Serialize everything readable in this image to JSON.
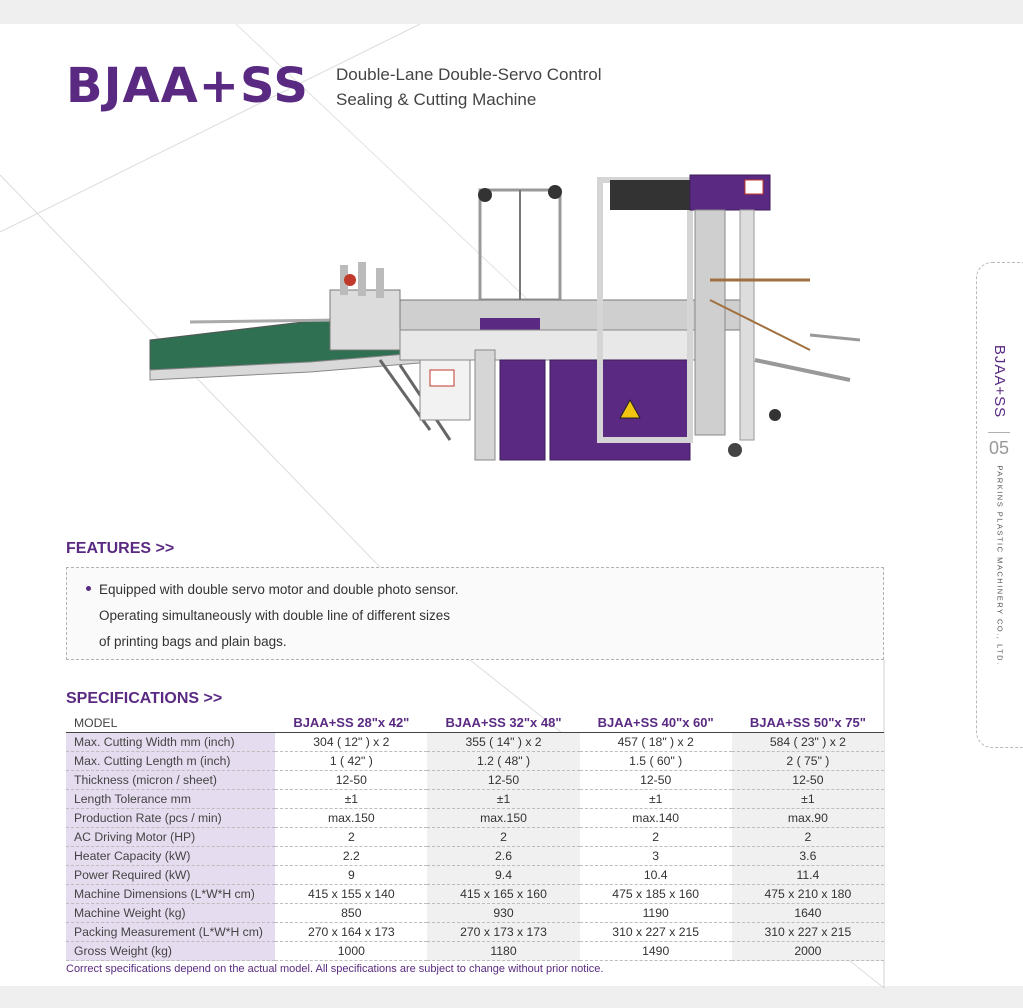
{
  "title": "BJAA+SS",
  "subtitle_lines": [
    "Double-Lane Double-Servo Control",
    "Sealing & Cutting Machine"
  ],
  "side_tab": {
    "model": "BJAA+SS",
    "page_number": "05",
    "company": "PARKINS PLASTIC MACHINERY CO., LTD."
  },
  "colors": {
    "accent": "#5a2a82",
    "label_bg": "#e6dcef"
  },
  "features": {
    "heading": "FEATURES >>",
    "lines": [
      "Equipped with double servo motor and double photo sensor.",
      "Operating simultaneously with double line of different sizes",
      "of printing bags and plain bags."
    ]
  },
  "specifications": {
    "heading": "SPECIFICATIONS >>",
    "label_header": "MODEL",
    "models": [
      "BJAA+SS 28\"x 42\"",
      "BJAA+SS 32\"x 48\"",
      "BJAA+SS 40\"x 60\"",
      "BJAA+SS 50\"x 75\""
    ],
    "rows": [
      {
        "label": "Max. Cutting Width mm (inch)",
        "values": [
          "304 ( 12\" ) x 2",
          "355 ( 14\" ) x 2",
          "457 ( 18\" ) x 2",
          "584 ( 23\" ) x 2"
        ]
      },
      {
        "label": "Max. Cutting Length m (inch)",
        "values": [
          "1 ( 42\" )",
          "1.2 ( 48\" )",
          "1.5 ( 60\" )",
          "2 ( 75\" )"
        ]
      },
      {
        "label": "Thickness (micron / sheet)",
        "values": [
          "12-50",
          "12-50",
          "12-50",
          "12-50"
        ]
      },
      {
        "label": "Length Tolerance mm",
        "values": [
          "±1",
          "±1",
          "±1",
          "±1"
        ]
      },
      {
        "label": "Production Rate (pcs / min)",
        "values": [
          "max.150",
          "max.150",
          "max.140",
          "max.90"
        ]
      },
      {
        "label": "AC Driving Motor (HP)",
        "values": [
          "2",
          "2",
          "2",
          "2"
        ]
      },
      {
        "label": "Heater Capacity (kW)",
        "values": [
          "2.2",
          "2.6",
          "3",
          "3.6"
        ]
      },
      {
        "label": "Power Required (kW)",
        "values": [
          "9",
          "9.4",
          "10.4",
          "11.4"
        ]
      },
      {
        "label": "Machine Dimensions (L*W*H cm)",
        "values": [
          "415 x 155 x 140",
          "415 x 165 x 160",
          "475 x 185 x 160",
          "475 x 210 x 180"
        ]
      },
      {
        "label": "Machine Weight (kg)",
        "values": [
          "850",
          "930",
          "1190",
          "1640"
        ]
      },
      {
        "label": "Packing Measurement (L*W*H cm)",
        "values": [
          "270 x 164 x 173",
          "270 x 173 x 173",
          "310 x 227 x 215",
          "310 x 227 x 215"
        ]
      },
      {
        "label": "Gross Weight (kg)",
        "values": [
          "1000",
          "1180",
          "1490",
          "2000"
        ]
      }
    ]
  },
  "note": "Correct specifications depend on the actual model. All specifications are subject to change without prior notice."
}
